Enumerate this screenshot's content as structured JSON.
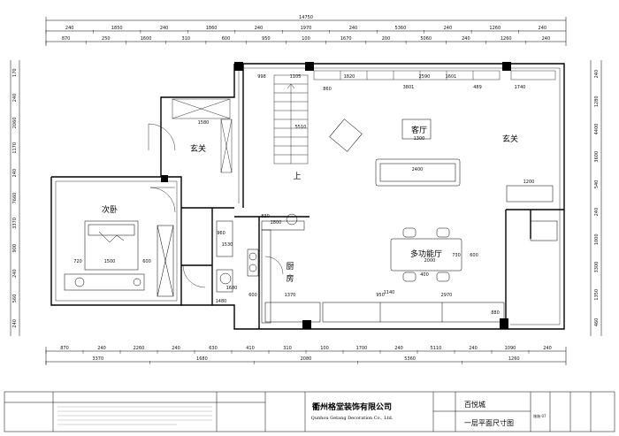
{
  "overall_top": "14750",
  "dims_top_row1": [
    "240",
    "1850",
    "240",
    "1860",
    "240",
    "1970",
    "240",
    "5360",
    "240",
    "1260",
    "240"
  ],
  "dims_top_row2": [
    "870",
    "250",
    "1600",
    "310",
    "600",
    "950",
    "100",
    "1670",
    "200",
    "5060",
    "240",
    "1260",
    "240"
  ],
  "dims_bottom_row1": [
    "870",
    "240",
    "2260",
    "240",
    "630",
    "410",
    "310",
    "100",
    "1700",
    "240",
    "5110",
    "240",
    "1090",
    "240"
  ],
  "dims_bottom_row2": [
    "3370",
    "1680",
    "2080",
    "5360",
    "1260"
  ],
  "dims_left": [
    "170",
    "240",
    "2060",
    "1170",
    "240",
    "7660",
    "3370",
    "900",
    "240",
    "560",
    "240"
  ],
  "dims_right": [
    "240",
    "1280",
    "4400",
    "3600",
    "540",
    "240",
    "1000",
    "3300",
    "1350",
    "460"
  ],
  "inner_dims": [
    "998",
    "1105",
    "860",
    "1820",
    "2590",
    "1601",
    "3801",
    "489",
    "1740",
    "1580",
    "5510",
    "1300",
    "2400",
    "1200",
    "1800",
    "830",
    "1680",
    "600",
    "1370",
    "950",
    "2970",
    "1140",
    "720",
    "1500",
    "600",
    "1530",
    "960",
    "1480",
    "730",
    "600",
    "400",
    "2000",
    "880"
  ],
  "rooms": {
    "living": "客厅",
    "foyer_left": "玄关",
    "foyer_right": "玄关",
    "second_bedroom": "次卧",
    "multi_function": "多功能厅",
    "kitchen": "厨房",
    "stairs_up": "上"
  },
  "title_block": {
    "company_cn": "衢州格堂装饰有限公司",
    "company_en": "Qunhou Getang Decoration Co., Ltd.",
    "project": "百悦城",
    "sheet_title": "一层平面尺寸图",
    "sheet_no": "施施-07"
  }
}
